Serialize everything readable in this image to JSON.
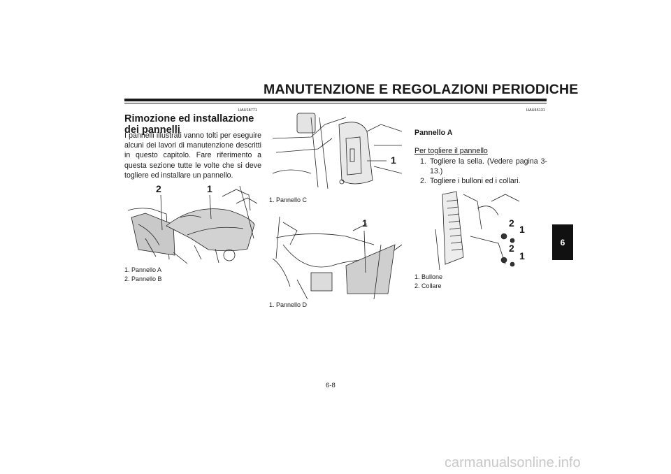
{
  "header": {
    "title": "MANUTENZIONE E REGOLAZIONI PERIODICHE"
  },
  "section": {
    "code": "HAU18771",
    "title": "Rimozione ed installazione dei pannelli",
    "body": "I pannelli illustrati vanno tolti per eseguire alcuni dei lavori di manutenzione descritti in questo capitolo. Fare riferimento a questa sezione tutte le volte che si deve togliere ed installare un pannello."
  },
  "figure_left": {
    "callouts": [
      "2",
      "1"
    ],
    "captions": [
      "1. Pannello A",
      "2. Pannello B"
    ]
  },
  "figure_mid_top": {
    "callouts": [
      "1"
    ],
    "captions": [
      "1. Pannello C"
    ]
  },
  "figure_mid_bottom": {
    "callouts": [
      "1"
    ],
    "captions": [
      "1. Pannello D"
    ]
  },
  "right": {
    "code": "HAU45131",
    "subhead": "Pannello A",
    "procedure_title": "Per togliere il pannello",
    "steps": [
      {
        "num": "1.",
        "text": "Togliere la sella. (Vedere pagina 3-13.)"
      },
      {
        "num": "2.",
        "text": "Togliere i bulloni ed i collari."
      }
    ],
    "figure": {
      "callouts": [
        "2",
        "1",
        "2",
        "1"
      ],
      "captions": [
        "1. Bullone",
        "2. Collare"
      ]
    }
  },
  "thumb_tab": "6",
  "page_number": "6-8",
  "watermark": "carmanualsonline.info"
}
